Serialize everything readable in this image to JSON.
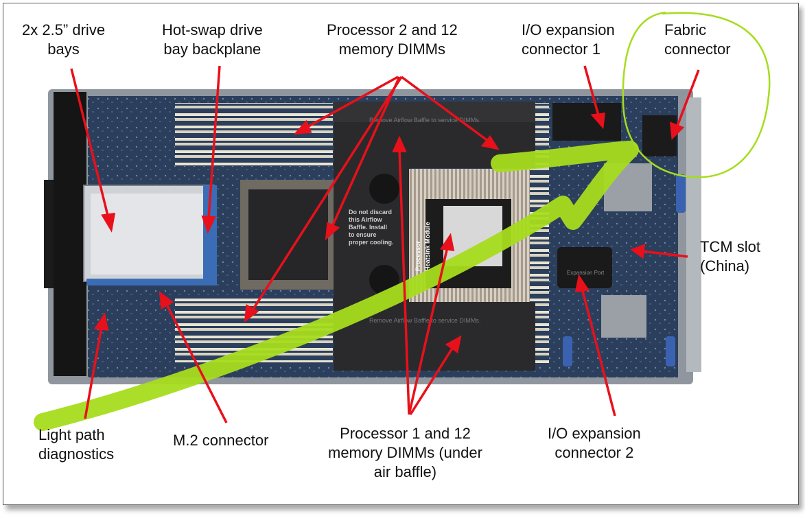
{
  "labels": {
    "drive_bays": [
      "2x 2.5” drive",
      "bays"
    ],
    "backplane": [
      "Hot-swap drive",
      "bay backplane"
    ],
    "proc2": [
      "Processor 2 and 12",
      "memory DIMMs"
    ],
    "io1": [
      "I/O expansion",
      "connector 1"
    ],
    "fabric": [
      "Fabric",
      "connector"
    ],
    "tcm": [
      "TCM slot",
      "(China)"
    ],
    "lightpath": [
      "Light path",
      "diagnostics"
    ],
    "m2": [
      "M.2 connector"
    ],
    "proc1": [
      "Processor 1 and 12",
      "memory DIMMs (under",
      "air baffle)"
    ],
    "io2": [
      "I/O expansion",
      "connector 2"
    ]
  },
  "board_text": {
    "baffle_top": "Remove Airflow Baffle to service DIMMs.",
    "baffle_bottom": "Remove Airflow Baffle to service DIMMs.",
    "baffle_note": [
      "Do not discard",
      "this Airflow",
      "Baffle. Install",
      "to ensure",
      "proper cooling."
    ],
    "heatsink": [
      "Processor",
      "Heatsink Module"
    ],
    "expansion_port": "Expansion Port"
  },
  "colors": {
    "arrow": "#e8101a",
    "highlight": "#a6dc1e",
    "board": "#2b3f5c",
    "tray": "#8f969e",
    "baffle": "#2a2a2c"
  }
}
